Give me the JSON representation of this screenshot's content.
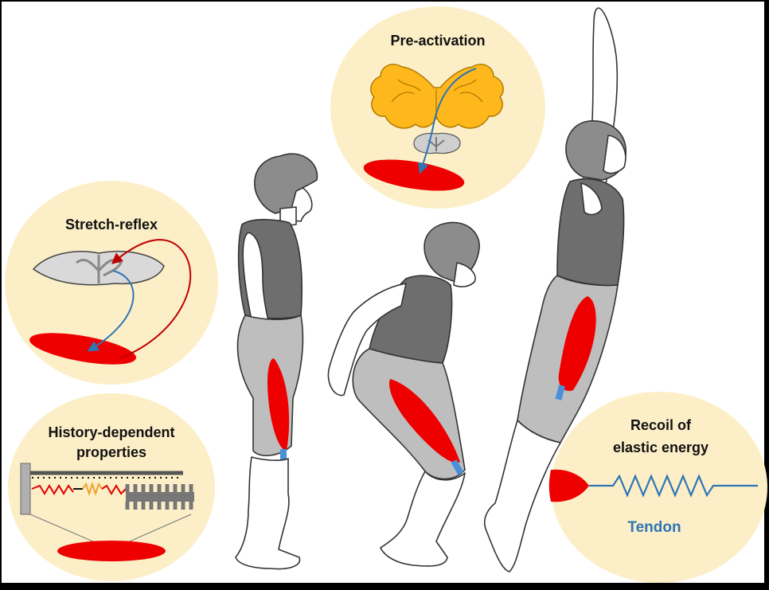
{
  "labels": {
    "pre_activation": "Pre-activation",
    "stretch_reflex": "Stretch-reflex",
    "history_line1": "History-dependent",
    "history_line2": "properties",
    "recoil_line1": "Recoil of",
    "recoil_line2": "elastic energy",
    "tendon": "Tendon"
  },
  "colors": {
    "bubble": "#FCEFC7",
    "muscle": "#EE0000",
    "brain": "#FFB81C",
    "spinal_cord": "#CFCFCF",
    "shirt": "#6E6E6E",
    "shorts": "#BEBEBE",
    "hair": "#8C8C8C",
    "motor_path": "#2E75B6",
    "sensory_path": "#C00000",
    "tendon": "#4A90D9"
  }
}
